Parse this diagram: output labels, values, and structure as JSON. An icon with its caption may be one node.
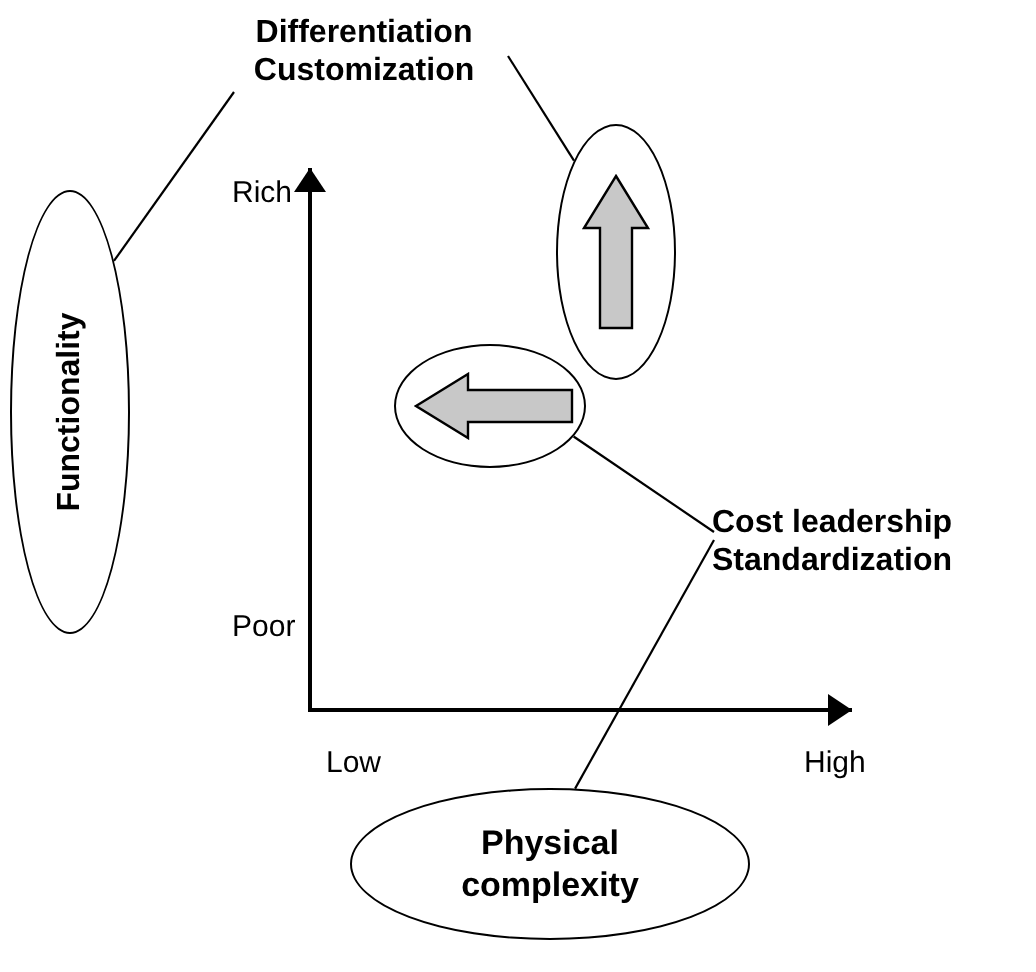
{
  "diagram": {
    "nodes": [
      {
        "text": [
          "Differentiation Customization"
        ]
      },
      {
        "text": [
          "Functionality"
        ]
      },
      {
        "text": [],
        "shape": "circle"
      },
      {
        "text": [],
        "shape": "circle"
      },
      {
        "text": [
          "Cost leadership Standardization"
        ]
      },
      {
        "text": [
          "Physical complexity"
        ]
      }
    ],
    "edges": [
      {
        "from": 0,
        "to": 1,
        "arrow": "none"
      },
      {
        "from": 0,
        "to": 2,
        "arrow": "none"
      },
      {
        "from": 4,
        "to": 3,
        "arrow": "none"
      },
      {
        "from": 4,
        "to": 5,
        "arrow": "none"
      }
    ],
    "labels": [
      "Rich",
      "Poor",
      "Low",
      "High"
    ]
  }
}
